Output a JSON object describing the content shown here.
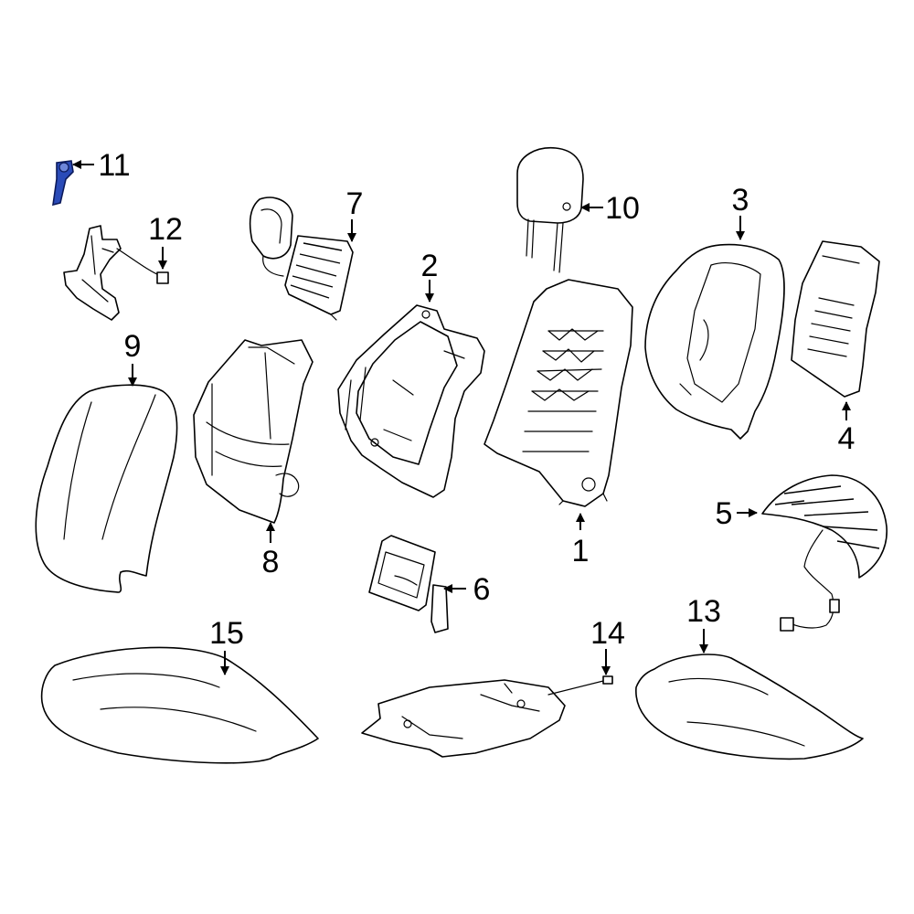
{
  "diagram": {
    "labels": [
      "1",
      "2",
      "3",
      "4",
      "5",
      "6",
      "7",
      "8",
      "9",
      "10",
      "11",
      "12",
      "13",
      "14",
      "15"
    ],
    "highlight_color": "#1f3fa6",
    "line_color": "#000000"
  }
}
